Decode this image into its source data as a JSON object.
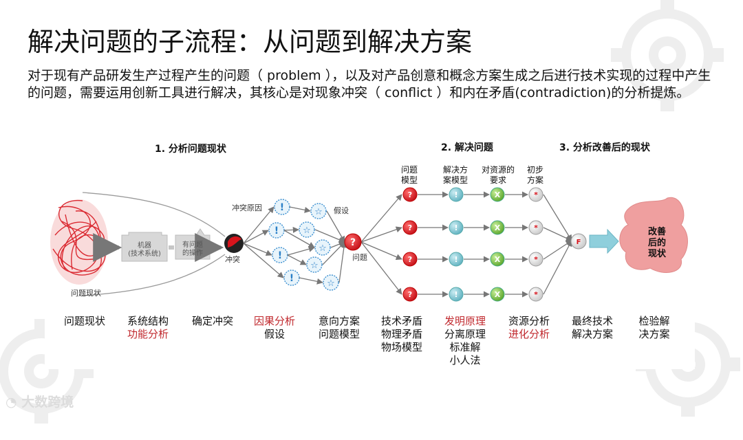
{
  "slide": {
    "title": "解决问题的子流程：从问题到解决方案",
    "intro": "对于现有产品研发生产过程产生的问题（ problem ），以及对产品创意和概念方案生成之后进行技术实现的过程中产生的问题，需要运用创新工具进行解决，其核心是对现象冲突（ conflict ）和内在矛盾(contradiction)的分析提炼。"
  },
  "diagram": {
    "steps": [
      "1. 分析问题现状",
      "2. 解决问题",
      "3. 分析改善后的现状"
    ],
    "col_labels": [
      {
        "line1": "问题",
        "line2": "模型"
      },
      {
        "line1": "解决方",
        "line2": "案模型"
      },
      {
        "line1": "对资源的",
        "line2": "要求"
      },
      {
        "line1": "初步",
        "line2": "方案"
      }
    ],
    "labels": {
      "problem_state": "问题现状",
      "machine_line1": "机器",
      "machine_line2": "(技术系统)",
      "operation_line1": "有问题",
      "operation_line2": "的操作",
      "conflict": "冲突",
      "conflict_cause": "冲突原因",
      "hypothesis": "假设",
      "problem": "问题",
      "improved_line1": "改善",
      "improved_line2": "后的",
      "improved_line3": "现状"
    },
    "icons": {
      "cause": "!",
      "hypothesis": "☆",
      "problem": "?",
      "solution_model": "!",
      "resource": "X",
      "initial_solution": "*",
      "final": "F"
    },
    "categories": [
      {
        "lines": [
          {
            "text": "问题现状",
            "red": false
          }
        ]
      },
      {
        "lines": [
          {
            "text": "系统结构",
            "red": false
          },
          {
            "text": "功能分析",
            "red": true
          }
        ]
      },
      {
        "lines": [
          {
            "text": "确定冲突",
            "red": false
          }
        ]
      },
      {
        "lines": [
          {
            "text": "因果分析",
            "red": true
          },
          {
            "text": "假设",
            "red": false
          }
        ]
      },
      {
        "lines": [
          {
            "text": "意向方案",
            "red": false
          },
          {
            "text": "问题模型",
            "red": false
          }
        ]
      },
      {
        "lines": [
          {
            "text": "技术矛盾",
            "red": false
          },
          {
            "text": "物理矛盾",
            "red": false
          },
          {
            "text": "物场模型",
            "red": false
          }
        ]
      },
      {
        "lines": [
          {
            "text": "发明原理",
            "red": true
          },
          {
            "text": "分离原理",
            "red": false
          },
          {
            "text": "标准解",
            "red": false
          },
          {
            "text": "小人法",
            "red": false
          }
        ]
      },
      {
        "lines": [
          {
            "text": "资源分析",
            "red": false
          },
          {
            "text": "进化分析",
            "red": true
          }
        ]
      },
      {
        "lines": [
          {
            "text": "最终技术",
            "red": false
          },
          {
            "text": "解决方案",
            "red": false
          }
        ]
      },
      {
        "lines": [
          {
            "text": "检验解",
            "red": false
          },
          {
            "text": "决方案",
            "red": false
          }
        ]
      }
    ],
    "colors": {
      "red": "#d7141c",
      "teal": "#7cc3cf",
      "green": "#7bc043",
      "pink": "#f0a7a7",
      "label_red": "#c0282d",
      "arrow": "#777777"
    }
  },
  "watermark": "大数跨境"
}
